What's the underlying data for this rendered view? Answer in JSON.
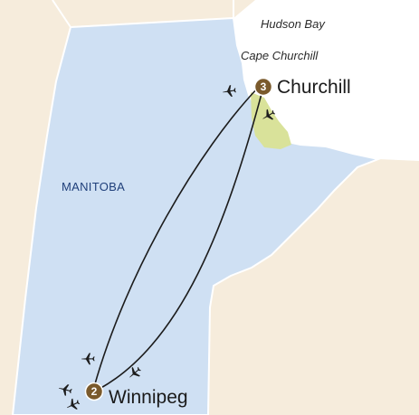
{
  "map": {
    "labels": {
      "bay": "Hudson Bay",
      "cape": "Cape Churchill",
      "province": "MANITOBA"
    },
    "stops": [
      {
        "number": "3",
        "name": "Churchill"
      },
      {
        "number": "2",
        "name": "Winnipeg"
      }
    ],
    "colors": {
      "province_fill": "#cfe0f3",
      "surrounding_land": "#f6ecdc",
      "water": "#ffffff",
      "border": "#ffffff",
      "park_highlight": "#d9e29a",
      "route_line": "#1c1c1c",
      "badge": "#7a5a2c",
      "province_label": "#1f3f7a"
    },
    "icons": [
      "plane-icon"
    ]
  }
}
